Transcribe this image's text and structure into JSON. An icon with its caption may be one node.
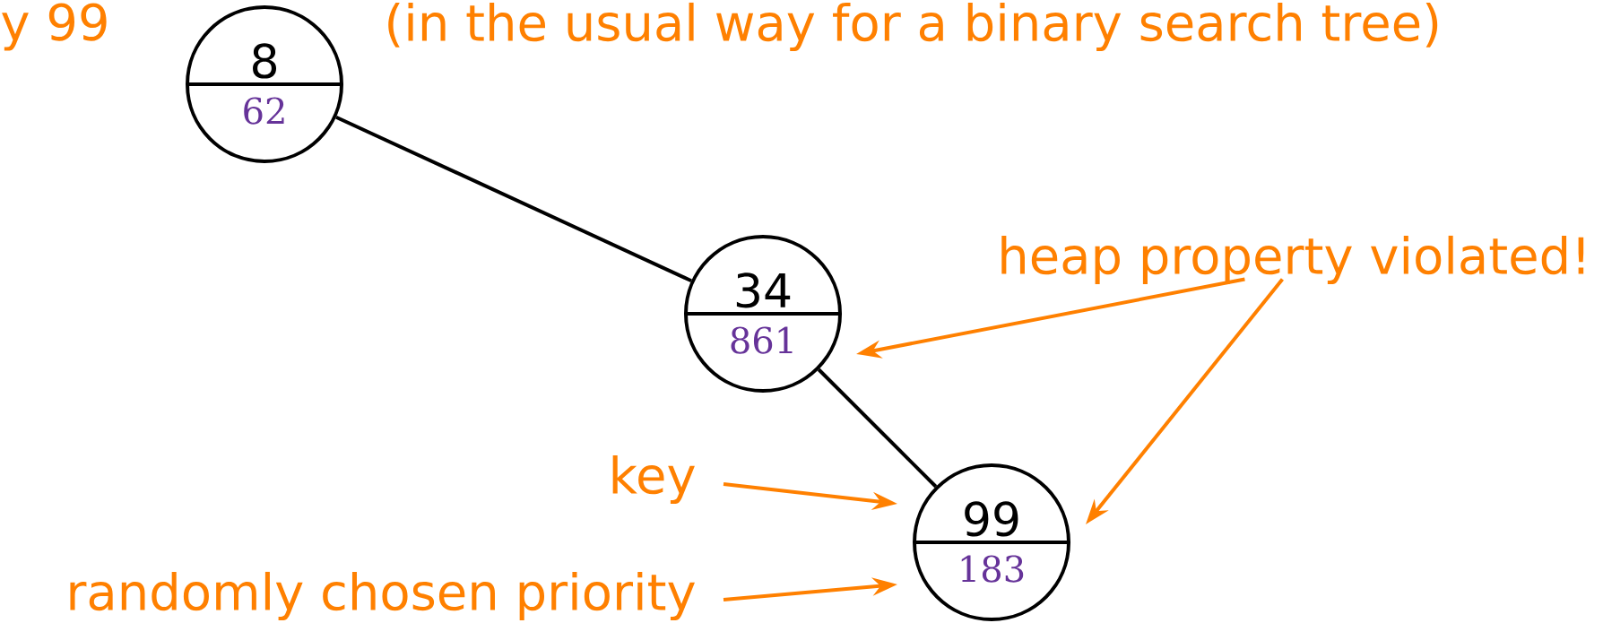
{
  "diagram": {
    "nodes": [
      {
        "text": [
          "8",
          "62"
        ]
      },
      {
        "text": [
          "34",
          "861"
        ]
      },
      {
        "text": [
          "99",
          "183"
        ]
      },
      {
        "text": [
          "heap property violated!"
        ]
      },
      {
        "text": [
          "key"
        ]
      },
      {
        "text": [
          "randomly chosen priority"
        ]
      }
    ],
    "edges": [
      {
        "from": 0,
        "to": 1,
        "arrow": "none",
        "color": "#000000"
      },
      {
        "from": 1,
        "to": 2,
        "arrow": "none",
        "color": "#000000"
      },
      {
        "from": 3,
        "to": 1,
        "arrow": "to"
      },
      {
        "from": 3,
        "to": 2,
        "arrow": "to"
      },
      {
        "from": 4,
        "to": 2,
        "arrow": "to"
      },
      {
        "from": 5,
        "to": 2,
        "arrow": "to"
      }
    ],
    "labels": [
      "y 99",
      "(in the usual way for a binary search tree)"
    ]
  }
}
